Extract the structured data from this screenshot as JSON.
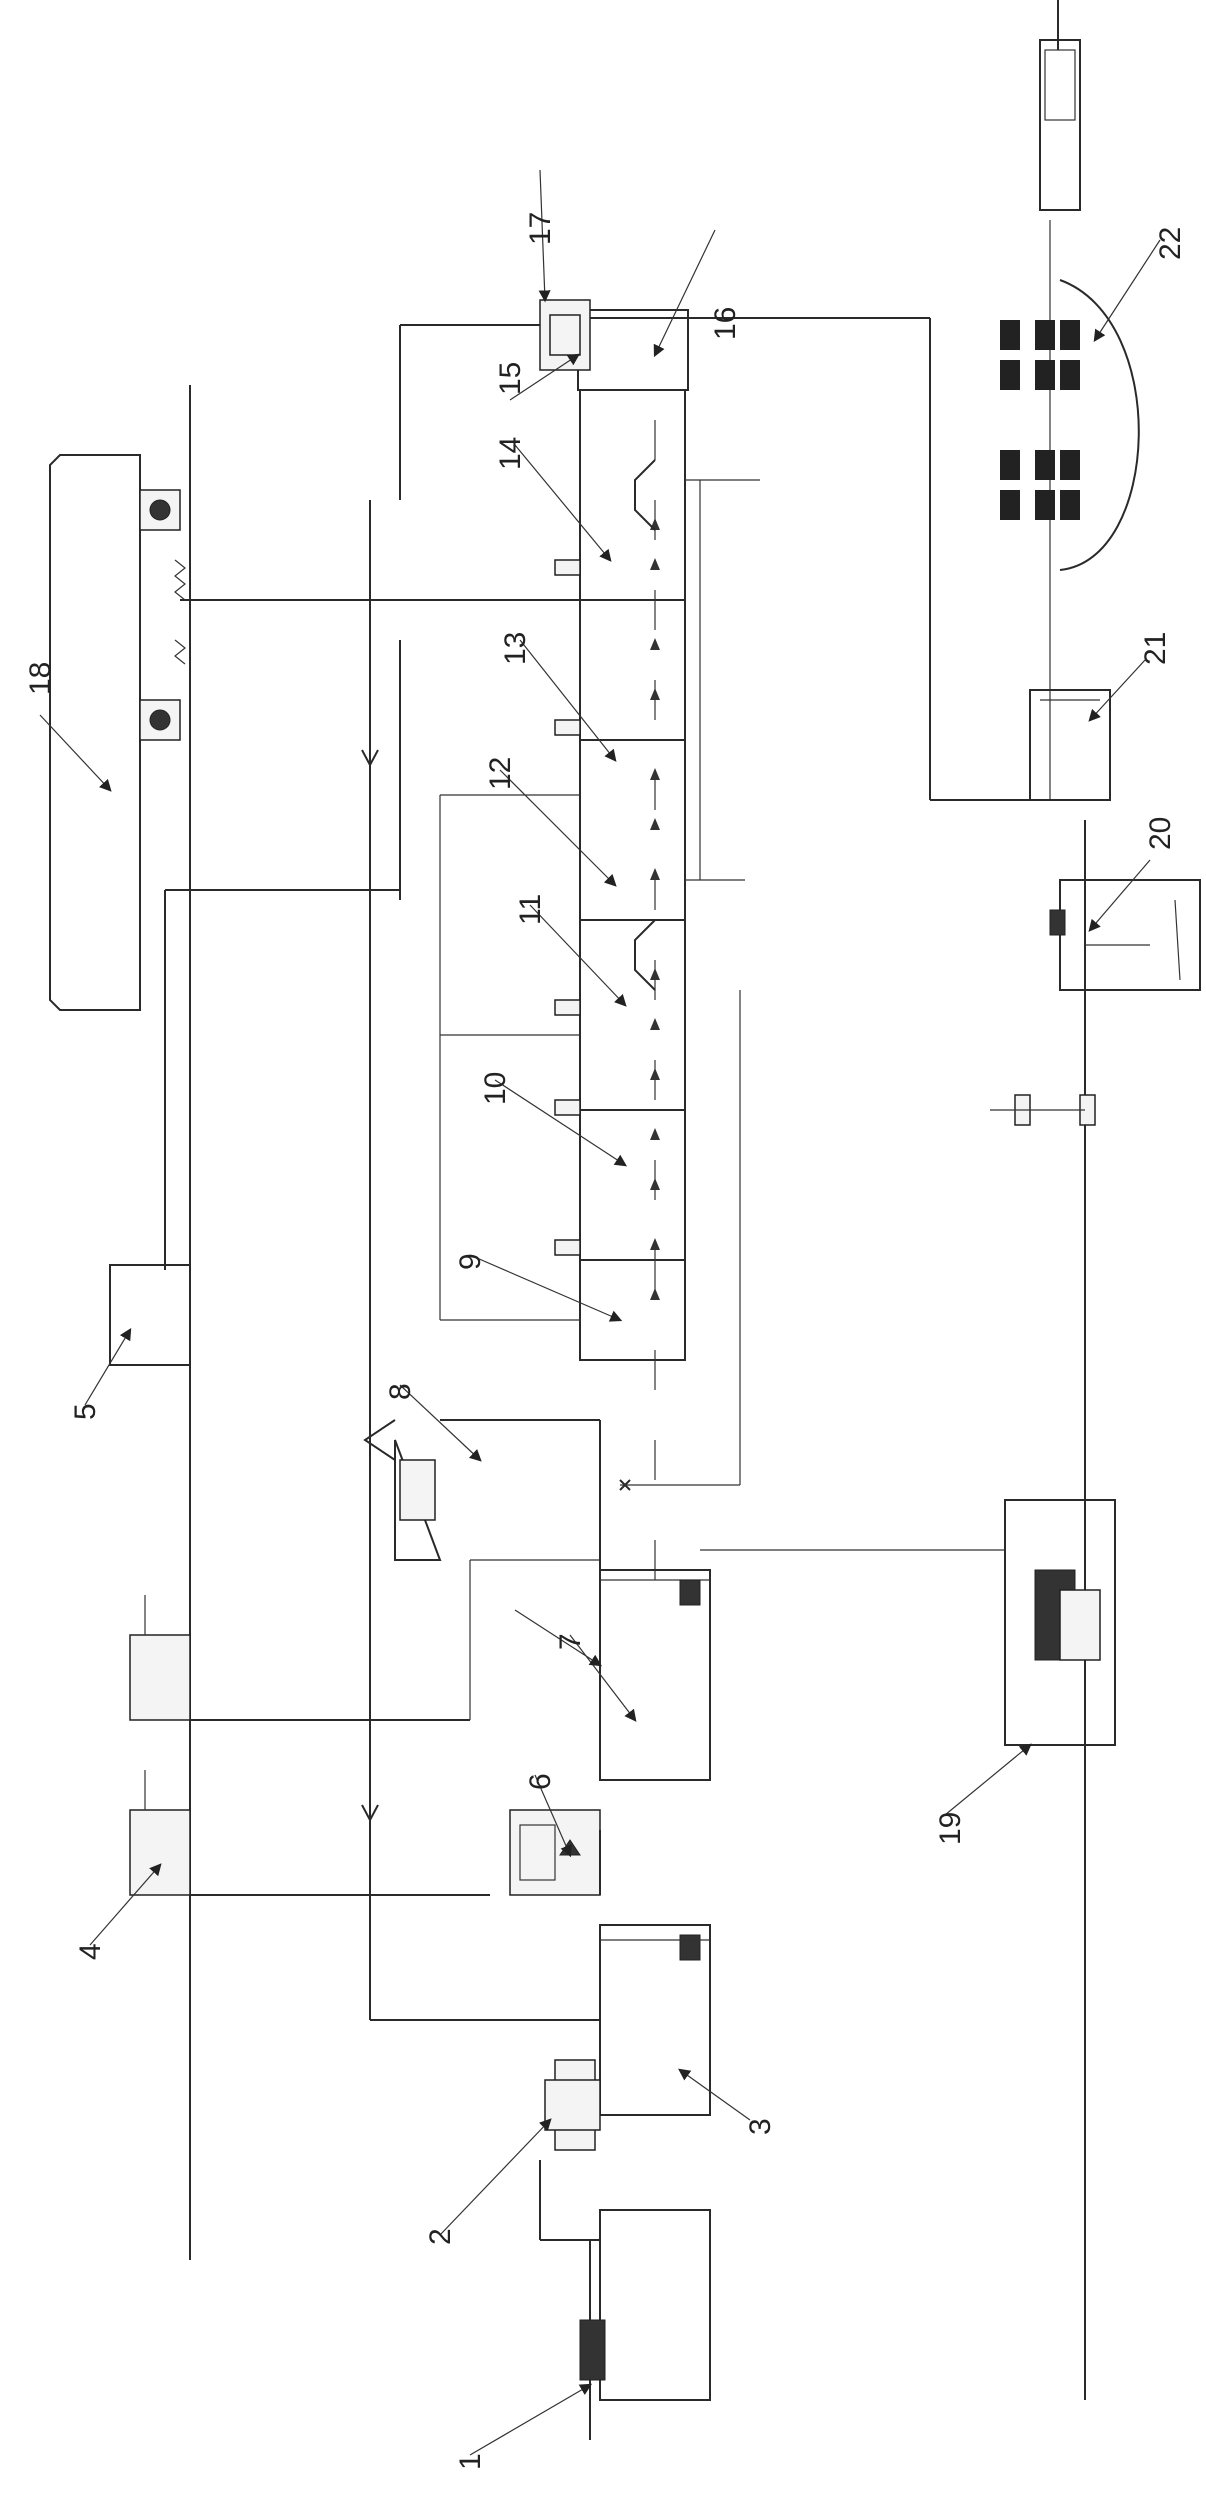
{
  "labels": [
    {
      "id": "1",
      "text": "1"
    },
    {
      "id": "2",
      "text": "2"
    },
    {
      "id": "3",
      "text": "3"
    },
    {
      "id": "4",
      "text": "4"
    },
    {
      "id": "5",
      "text": "5"
    },
    {
      "id": "6",
      "text": "6"
    },
    {
      "id": "7",
      "text": "7"
    },
    {
      "id": "8",
      "text": "8"
    },
    {
      "id": "9",
      "text": "9"
    },
    {
      "id": "10",
      "text": "10"
    },
    {
      "id": "11",
      "text": "11"
    },
    {
      "id": "12",
      "text": "12"
    },
    {
      "id": "13",
      "text": "13"
    },
    {
      "id": "14",
      "text": "14"
    },
    {
      "id": "15",
      "text": "15"
    },
    {
      "id": "16",
      "text": "16"
    },
    {
      "id": "17",
      "text": "17"
    },
    {
      "id": "18",
      "text": "18"
    },
    {
      "id": "19",
      "text": "19"
    },
    {
      "id": "20",
      "text": "20"
    },
    {
      "id": "21",
      "text": "21"
    },
    {
      "id": "22",
      "text": "22"
    }
  ],
  "colors": {
    "line": "#2a2a2a",
    "background": "#ffffff"
  }
}
